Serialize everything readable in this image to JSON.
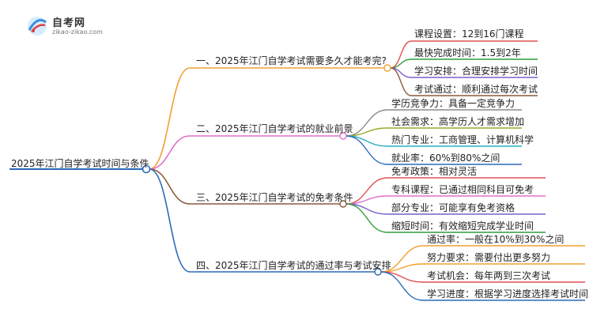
{
  "logo": {
    "title": "自考网",
    "url": "zikao-zikao.com"
  },
  "mindmap": {
    "root": {
      "label": "2025年江门自学考试时间与条件"
    },
    "branches": [
      {
        "label": "一、2025年江门自学考试需要多久才能考完?",
        "color": "#f0a030",
        "children": [
          {
            "label": "课程设置：12到16门课程",
            "color": "#e05050"
          },
          {
            "label": "最快完成时间：1.5到2年",
            "color": "#2f9e3a"
          },
          {
            "label": "学习安排：合理安排学习时间",
            "color": "#7a60c8"
          },
          {
            "label": "考试通过：顺利通过每次考试",
            "color": "#8b5a3c"
          }
        ]
      },
      {
        "label": "二、2025年江门自学考试的就业前景",
        "color": "#e070c8",
        "children": [
          {
            "label": "学历竞争力：具备一定竞争力",
            "color": "#888888"
          },
          {
            "label": "社会需求：高学历人才需求增加",
            "color": "#9aa82a"
          },
          {
            "label": "热门专业：工商管理、计算机科学",
            "color": "#2ab0c0"
          },
          {
            "label": "就业率：60%到80%之间",
            "color": "#2a6ab8"
          }
        ]
      },
      {
        "label": "三、2025年江门自学考试的免考条件",
        "color": "#8b5a3c",
        "children": [
          {
            "label": "免考政策：相对灵活",
            "color": "#e05050"
          },
          {
            "label": "专科课程：已通过相同科目可免考",
            "color": "#e070c8"
          },
          {
            "label": "部分专业：可能享有免考资格",
            "color": "#7a60c8"
          },
          {
            "label": "缩短时间：有效缩短完成学业时间",
            "color": "#2f9e3a"
          }
        ]
      },
      {
        "label": "四、2025年江门自学考试的通过率与考试安排",
        "color": "#2a6ab8",
        "children": [
          {
            "label": "通过率：一般在10%到30%之间",
            "color": "#f0a030"
          },
          {
            "label": "努力要求：需要付出更多努力",
            "color": "#f0a030"
          },
          {
            "label": "考试机会：每年两到三次考试",
            "color": "#e05050"
          },
          {
            "label": "学习进度：根据学习进度选择考试时间",
            "color": "#2a6ab8"
          }
        ]
      }
    ]
  }
}
